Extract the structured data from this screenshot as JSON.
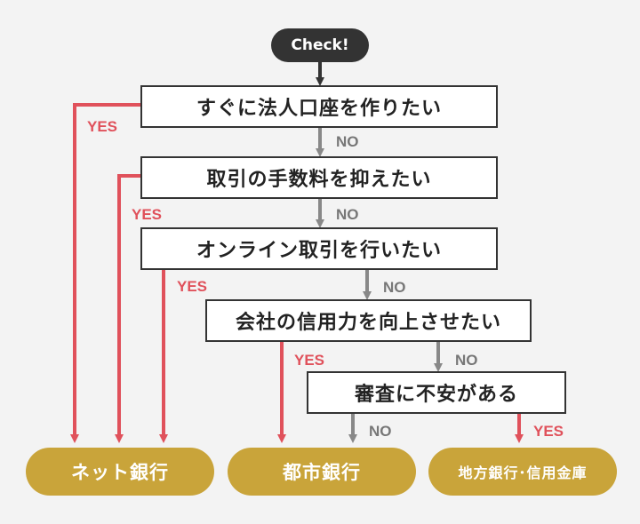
{
  "start": "Check!",
  "questions": [
    "すぐに法人口座を作りたい",
    "取引の手数料を抑えたい",
    "オンライン取引を行いたい",
    "会社の信用力を向上させたい",
    "審査に不安がある"
  ],
  "results": [
    "ネット銀行",
    "都市銀行",
    "地方銀行･信用金庫"
  ],
  "labels": {
    "yes": "YES",
    "no": "NO"
  },
  "colors": {
    "yes_line": "#e0515b",
    "no_line": "#888888",
    "result_fill": "#c9a43a",
    "box_border": "#333333",
    "start_fill": "#333333",
    "background": "#f3f3f3"
  }
}
